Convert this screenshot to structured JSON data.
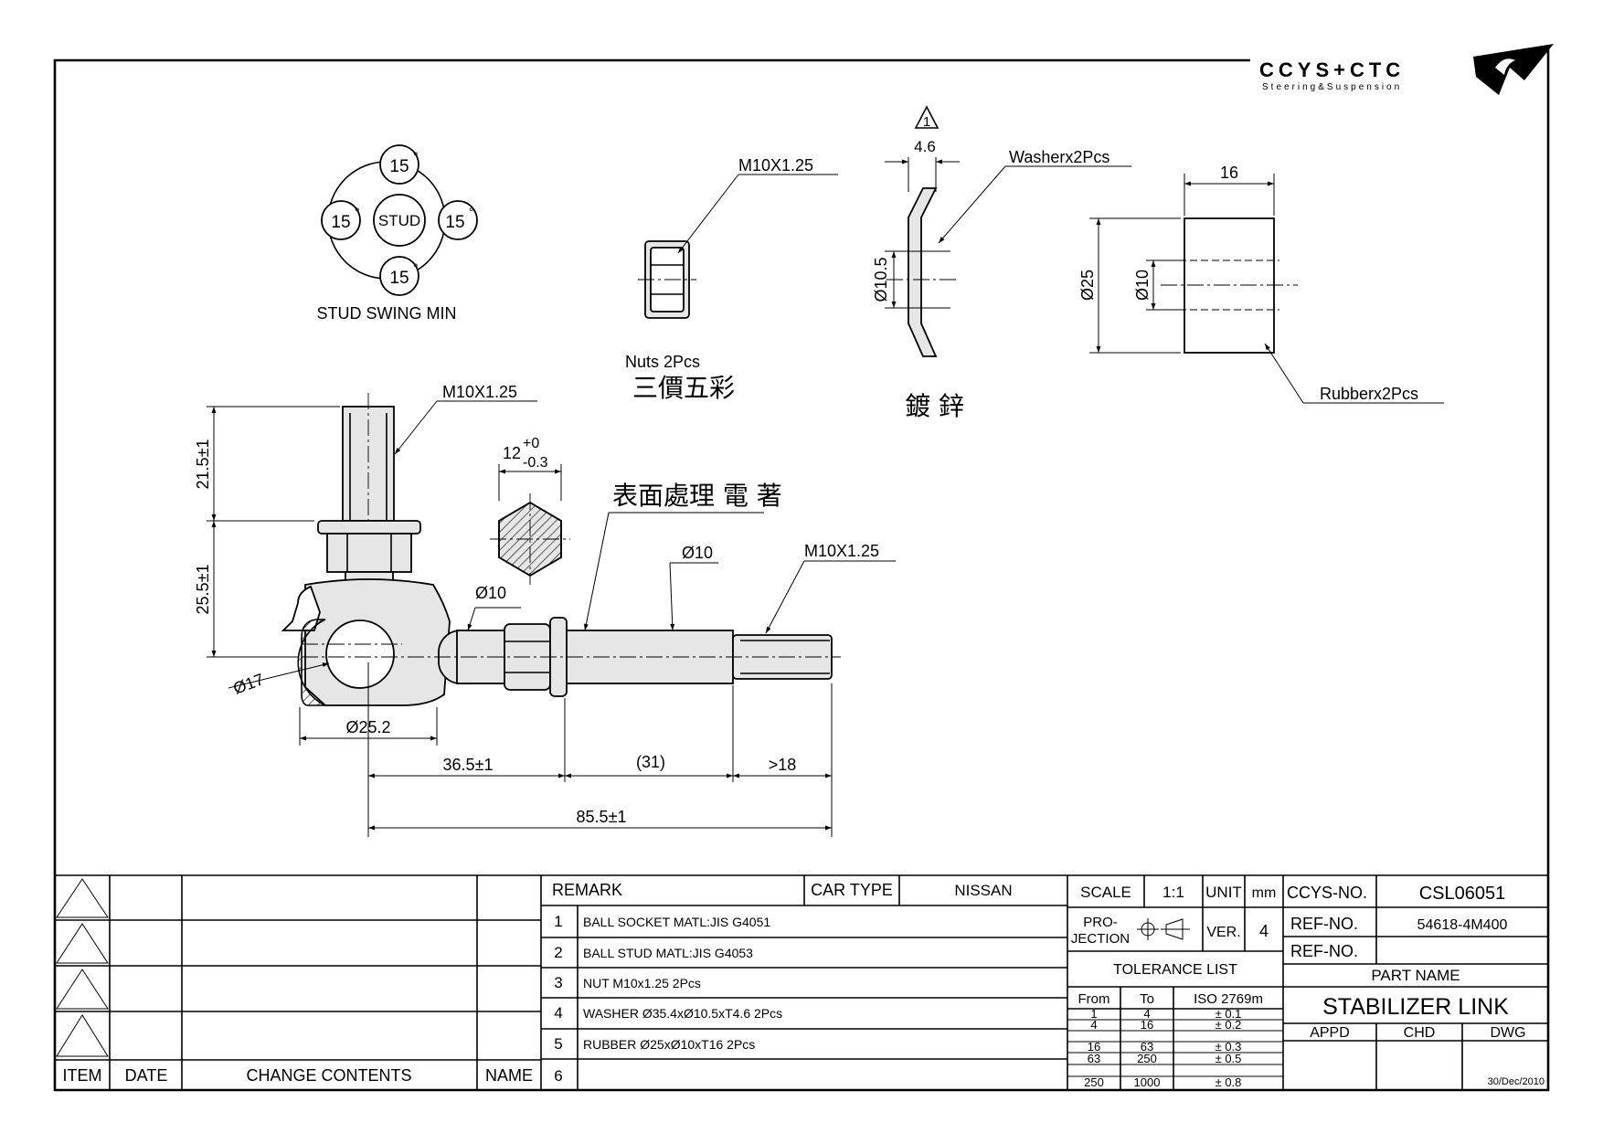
{
  "logo": {
    "brand": "CCYS+CTC",
    "tagline": "Steering&Suspension"
  },
  "swing": {
    "stud_label": "STUD",
    "angles": [
      "15",
      "15",
      "15",
      "15"
    ],
    "degree_sign": "°",
    "caption": "STUD SWING MIN"
  },
  "nut_view": {
    "thread": "M10X1.25",
    "qty": "Nuts 2Pcs",
    "finish": "三價五彩"
  },
  "washer_view": {
    "rev_mark": "1",
    "thickness": "4.6",
    "label": "Washerx2Pcs",
    "bore": "Ø10.5",
    "finish": "鍍 鋅"
  },
  "rubber_view": {
    "length": "16",
    "outer": "Ø25",
    "inner": "Ø10",
    "label": "Rubberx2Pcs"
  },
  "link_view": {
    "stud_thread": "M10X1.25",
    "stud_len": "21.5±1",
    "body_height": "25.5±1",
    "hex_size": "12",
    "hex_tol_upper": "+0",
    "hex_tol_lower": "-0.3",
    "surface": "表面處理 電 著",
    "neck_dia": "Ø10",
    "shaft_dia": "Ø10",
    "end_thread": "M10X1.25",
    "ball_dia": "Ø17",
    "socket_dia": "Ø25.2",
    "dim_a": "36.5±1",
    "dim_b": "(31)",
    "dim_c": ">18",
    "total": "85.5±1"
  },
  "revisions": {
    "item_hdr": "ITEM",
    "date_hdr": "DATE",
    "change_hdr": "CHANGE CONTENTS",
    "name_hdr": "NAME"
  },
  "remarks": {
    "header": "REMARK",
    "car_type_label": "CAR TYPE",
    "car_type": "NISSAN",
    "items": [
      {
        "no": "1",
        "text": "BALL SOCKET MATL:JIS G4051"
      },
      {
        "no": "2",
        "text": "BALL STUD MATL:JIS G4053"
      },
      {
        "no": "3",
        "text": "NUT M10x1.25  2Pcs"
      },
      {
        "no": "4",
        "text": "WASHER Ø35.4xØ10.5xT4.6  2Pcs"
      },
      {
        "no": "5",
        "text": "RUBBER Ø25xØ10xT16  2Pcs"
      },
      {
        "no": "6",
        "text": ""
      }
    ]
  },
  "spec": {
    "scale_label": "SCALE",
    "scale": "1:1",
    "unit_label": "UNIT",
    "unit": "mm",
    "projection_l1": "PRO-",
    "projection_l2": "JECTION",
    "ver_label": "VER.",
    "ver": "4",
    "tolerance_title": "TOLERANCE LIST",
    "tol_headers": [
      "From",
      "To",
      "ISO 2769m"
    ],
    "tol_rows": [
      [
        "1",
        "4",
        "± 0.1"
      ],
      [
        "4",
        "16",
        "± 0.2"
      ],
      [
        "16",
        "63",
        "± 0.3"
      ],
      [
        "63",
        "250",
        "± 0.5"
      ],
      [
        "250",
        "1000",
        "± 0.8"
      ]
    ]
  },
  "title_block": {
    "ccys_no_label": "CCYS-NO.",
    "ccys_no": "CSL06051",
    "ref_no_label": "REF-NO.",
    "ref_no": "54618-4M400",
    "ref_no2_label": "REF-NO.",
    "ref_no2": "",
    "part_name_label": "PART NAME",
    "part_name": "STABILIZER LINK",
    "appd": "APPD",
    "chd": "CHD",
    "dwg": "DWG",
    "date": "30/Dec/2010"
  }
}
